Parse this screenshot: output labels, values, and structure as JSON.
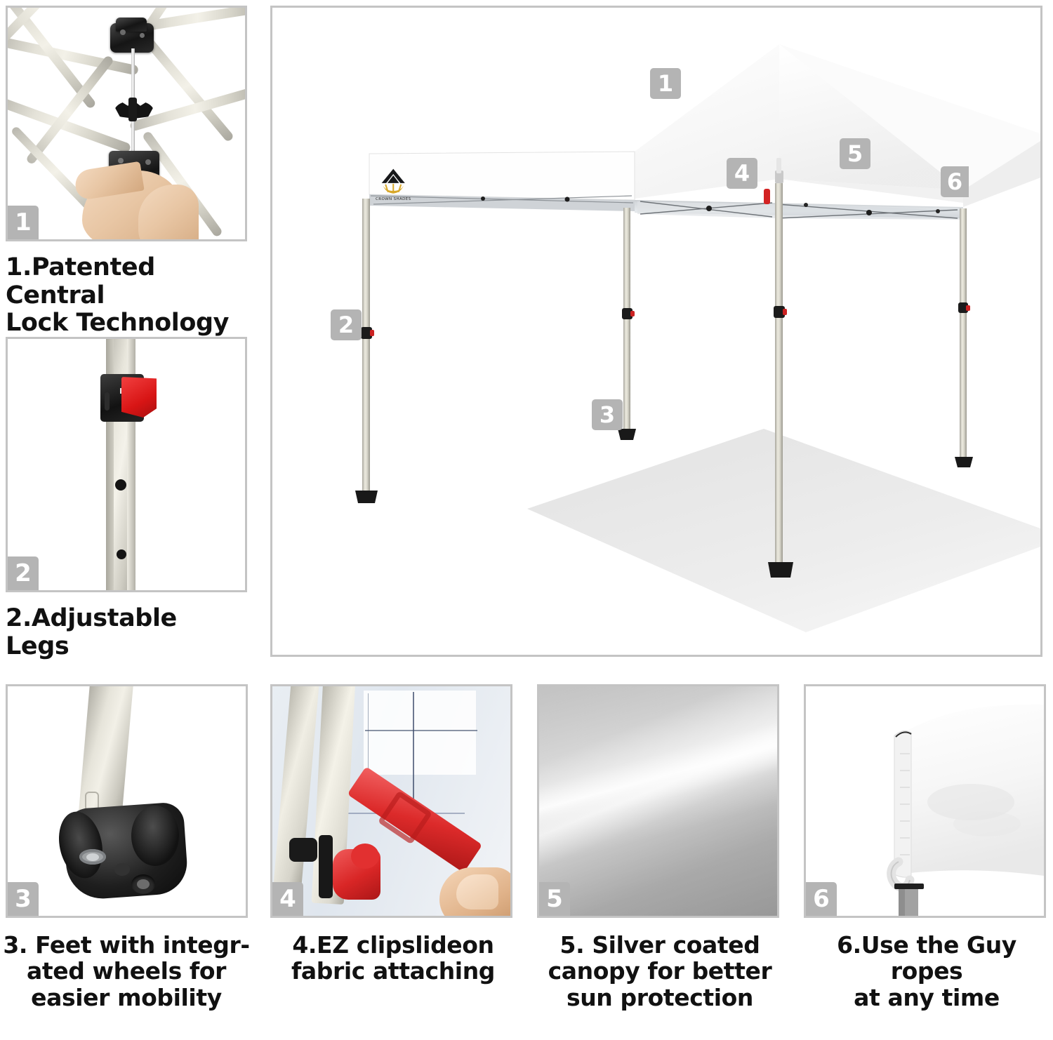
{
  "page": {
    "title": "Pop-up canopy feature infographic",
    "badge_color": "#b4b4b4",
    "panel_border_color": "#c4c4c4",
    "caption_color": "#111111"
  },
  "features": [
    {
      "number": "1",
      "caption": "1.Patented Central\nLock Technology",
      "image_alt": "hand pushing central lock hub on canopy frame"
    },
    {
      "number": "2",
      "caption": "2.Adjustable Legs",
      "image_alt": "red push-button lock on telescoping leg"
    },
    {
      "number": "3",
      "caption": "3. Feet with integr-\nated wheels for\neasier mobility",
      "image_alt": "black foot pad with integrated wheel"
    },
    {
      "number": "4",
      "caption": "4.EZ clipslideon\nfabric attaching",
      "image_alt": "red slide-on clip attaching fabric to frame"
    },
    {
      "number": "5",
      "caption": "5. Silver coated\ncanopy for better\nsun protection",
      "image_alt": "close-up of silver coated canopy fabric"
    },
    {
      "number": "6",
      "caption": "6.Use the Guy ropes\nat any time",
      "image_alt": "canopy corner with guy rope loop"
    }
  ],
  "main_image": {
    "alt": "white pop-up canopy tent, 3/4 view",
    "logo_text": "CROWN SHADES",
    "callouts": [
      {
        "number": "1",
        "target": "canopy-top"
      },
      {
        "number": "2",
        "target": "front-left-leg"
      },
      {
        "number": "3",
        "target": "leg-foot"
      },
      {
        "number": "4",
        "target": "ez-clip-under-canopy"
      },
      {
        "number": "5",
        "target": "silver-coated-canopy-edge"
      },
      {
        "number": "6",
        "target": "guy-rope-corner"
      }
    ]
  }
}
